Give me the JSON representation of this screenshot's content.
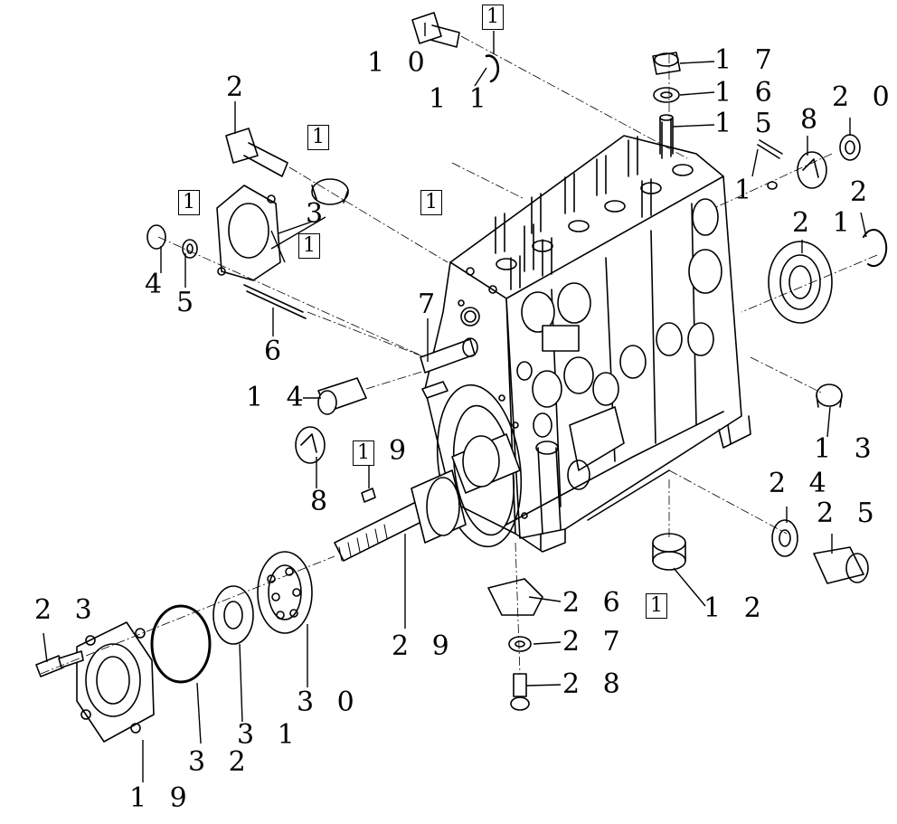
{
  "diagram": {
    "box_marker": "1",
    "callouts": [
      {
        "id": "n2a",
        "text": "2"
      },
      {
        "id": "n2b",
        "text": "2"
      },
      {
        "id": "n3",
        "text": "3"
      },
      {
        "id": "n4",
        "text": "4"
      },
      {
        "id": "n5",
        "text": "5"
      },
      {
        "id": "n6",
        "text": "6"
      },
      {
        "id": "n7",
        "text": "7"
      },
      {
        "id": "n8a",
        "text": "8"
      },
      {
        "id": "n8b",
        "text": "8"
      },
      {
        "id": "n9",
        "text": "9"
      },
      {
        "id": "n10",
        "text": "1 0"
      },
      {
        "id": "n11",
        "text": "1 1"
      },
      {
        "id": "n12",
        "text": "1 2"
      },
      {
        "id": "n13",
        "text": "1 3"
      },
      {
        "id": "n14",
        "text": "1 4"
      },
      {
        "id": "n15",
        "text": "1 5"
      },
      {
        "id": "n16",
        "text": "1 6"
      },
      {
        "id": "n17",
        "text": "1 7"
      },
      {
        "id": "n1",
        "text": "1"
      },
      {
        "id": "n19",
        "text": "1 9"
      },
      {
        "id": "n20",
        "text": "2 0"
      },
      {
        "id": "n21",
        "text": "2 1"
      },
      {
        "id": "n23",
        "text": "2 3"
      },
      {
        "id": "n24",
        "text": "2 4"
      },
      {
        "id": "n25",
        "text": "2 5"
      },
      {
        "id": "n26",
        "text": "2 6"
      },
      {
        "id": "n27",
        "text": "2 7"
      },
      {
        "id": "n28",
        "text": "2 8"
      },
      {
        "id": "n29",
        "text": "2 9"
      },
      {
        "id": "n30",
        "text": "3 0"
      },
      {
        "id": "n31",
        "text": "3 1"
      },
      {
        "id": "n32",
        "text": "3 2"
      }
    ]
  }
}
